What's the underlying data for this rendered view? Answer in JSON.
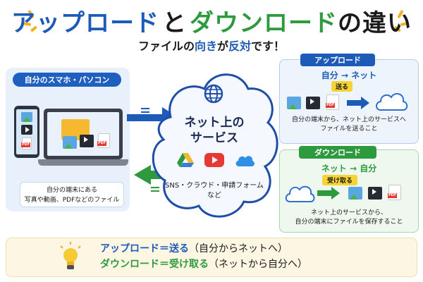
{
  "title": {
    "upload": "アップロード",
    "to": "と",
    "download": "ダウンロード",
    "suffix": "の違い"
  },
  "subtitle": {
    "part1": "ファイルの",
    "highlight1": "向き",
    "part2": "が",
    "highlight2": "反対",
    "part3": "です！"
  },
  "left_panel": {
    "label": "自分のスマホ・パソコン",
    "caption_line1": "自分の端末にある",
    "caption_line2": "写真や動画、PDFなどのファイル"
  },
  "cloud": {
    "title_line1": "ネット上の",
    "title_line2": "サービス",
    "sub_line1": "SNS・クラウド・申請フォーム",
    "sub_line2": "など"
  },
  "upload_panel": {
    "tag": "アップロード",
    "flow": "自分 → ネット",
    "chip": "送る",
    "desc_line1": "自分の端末から、ネット上のサービスへ",
    "desc_line2": "ファイルを送ること",
    "pdf_label": "PDF"
  },
  "download_panel": {
    "tag": "ダウンロード",
    "flow": "ネット → 自分",
    "chip": "受け取る",
    "desc_line1": "ネット上のサービスから、",
    "desc_line2": "自分の端末にファイルを保存すること",
    "pdf_label": "PDF"
  },
  "summary": {
    "line1_term": "アップロード＝送る",
    "line1_note": "（自分からネットへ）",
    "line2_term": "ダウンロード＝受け取る",
    "line2_note": "（ネットから自分へ）"
  },
  "colors": {
    "upload_blue": "#1e5bb8",
    "download_green": "#2e9a3e",
    "chip_yellow": "#f7d433",
    "accent_orange": "#f2b01e"
  },
  "icons": [
    "photo-icon",
    "video-icon",
    "pdf-icon",
    "folder-icon",
    "cloud-icon",
    "globe-icon",
    "google-drive-icon",
    "youtube-icon",
    "lightbulb-icon",
    "smartphone-icon",
    "laptop-icon"
  ]
}
